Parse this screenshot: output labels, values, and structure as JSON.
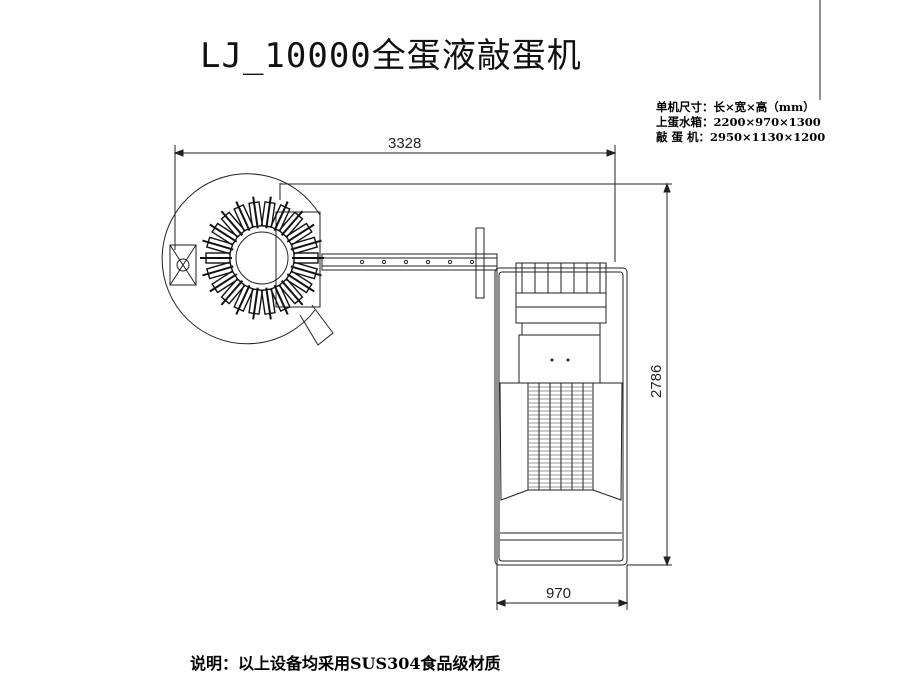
{
  "title": "LJ_10000全蛋液敲蛋机",
  "specs": {
    "header": "单机尺寸：长×宽×高（mm）",
    "lines": [
      "上蛋水箱：2200×970×1300",
      "敲 蛋 机：2950×1130×1200"
    ]
  },
  "dimensions": {
    "overall_length": "3328",
    "overall_depth": "2786",
    "machine_width": "970"
  },
  "note": "说明：以上设备均采用SUS304食品级材质"
}
